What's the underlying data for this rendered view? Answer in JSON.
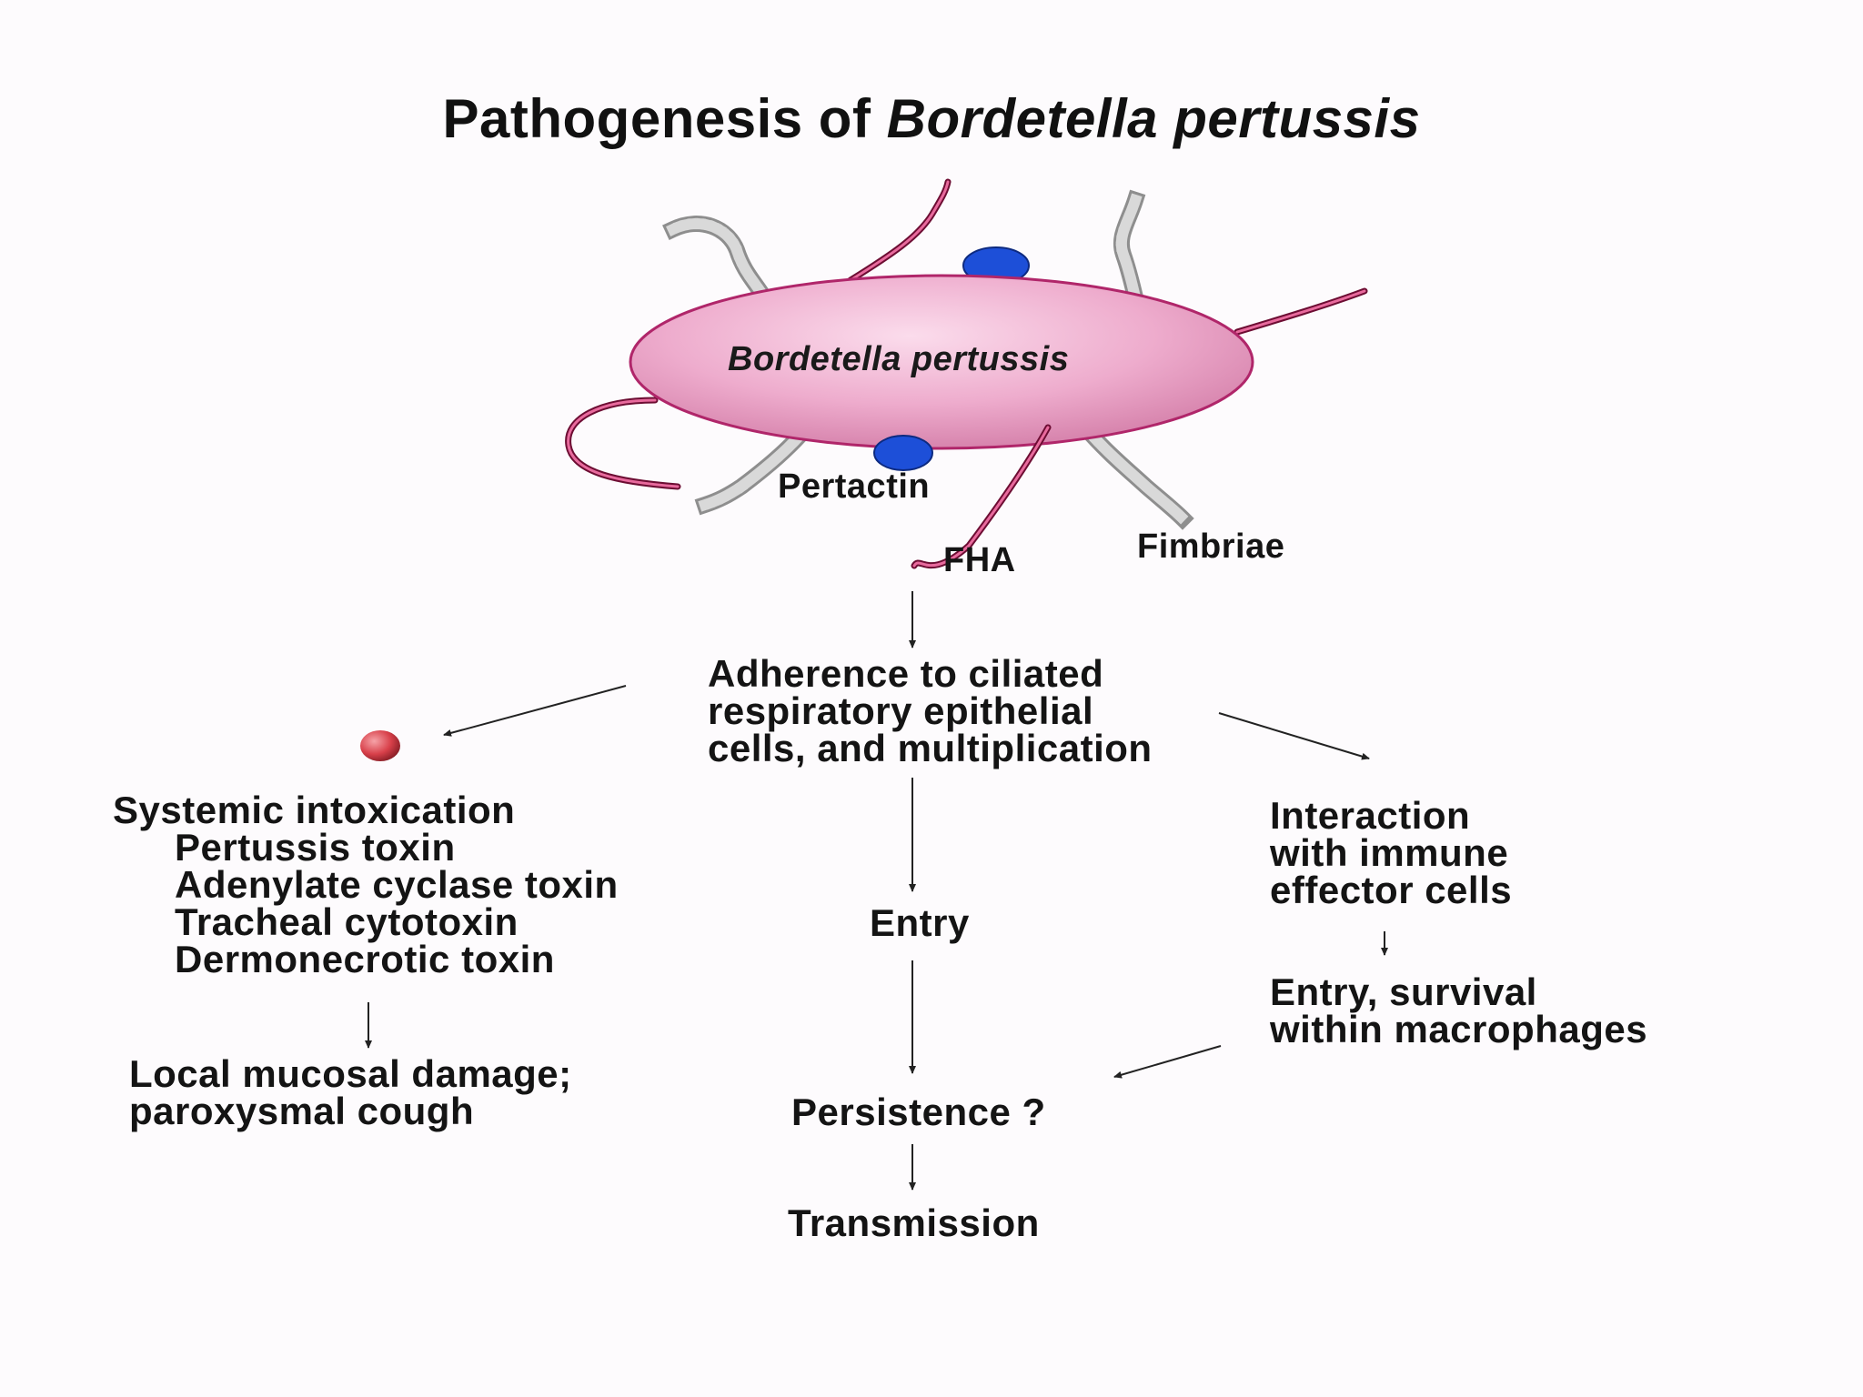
{
  "title": {
    "prefix": "Pathogenesis of ",
    "species": "Bordetella pertussis"
  },
  "bacterium": {
    "label": "Bordetella pertussis",
    "structures": {
      "pertactin": "Pertactin",
      "fha": "FHA",
      "fimbriae": "Fimbriae"
    }
  },
  "flow": {
    "adherence": [
      "Adherence to ciliated",
      "respiratory epithelial",
      "cells, and multiplication"
    ],
    "systemic": {
      "heading": "Systemic intoxication",
      "toxins": [
        "Pertussis toxin",
        "Adenylate cyclase toxin",
        "Tracheal cytotoxin",
        "Dermonecrotic toxin"
      ]
    },
    "local_damage": [
      "Local mucosal damage;",
      "paroxysmal cough"
    ],
    "entry": "Entry",
    "persistence": "Persistence ?",
    "transmission": "Transmission",
    "immune": [
      "Interaction",
      "with immune",
      "effector cells"
    ],
    "macrophages": [
      "Entry, survival",
      "within macrophages"
    ]
  },
  "colors": {
    "cell_fill": "#eeaccd",
    "cell_stroke": "#b0266a",
    "fha": "#a3164e",
    "pertactin": "#1d4fd8",
    "fimbriae": "#c9c9c9",
    "toxin_dot": "#d8404a",
    "arrow": "#222222"
  }
}
